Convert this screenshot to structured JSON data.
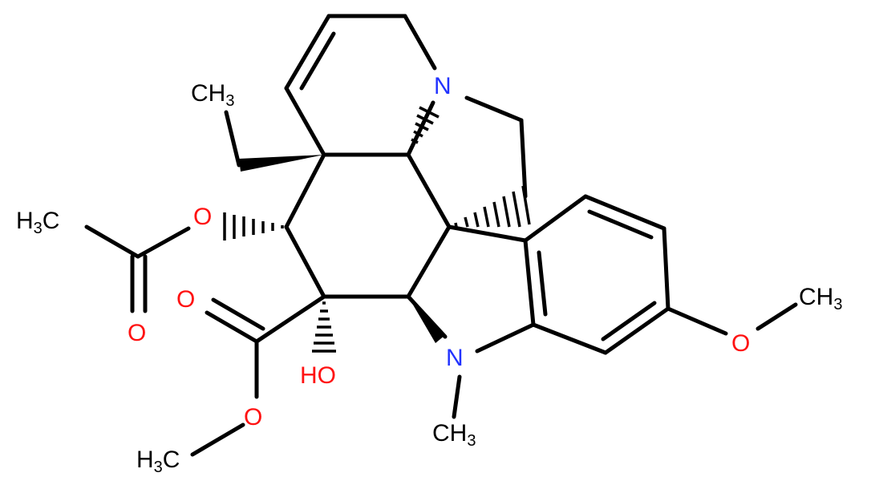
{
  "molecule": {
    "colors": {
      "bond": "#000000",
      "carbon_label": "#000000",
      "nitrogen": "#2233ff",
      "oxygen": "#ff1111"
    },
    "labels": {
      "ch3_ethyl": {
        "main": "CH",
        "sub": "3"
      },
      "h3c_acetyl": {
        "main_pre": "H",
        "sub": "3",
        "main_post": "C"
      },
      "o_acetoxy": "O",
      "o_carbonyl_acetyl": "O",
      "o_carbonyl_ester": "O",
      "o_ester": "O",
      "h3c_ester": {
        "main_pre": "H",
        "sub": "3",
        "main_post": "C"
      },
      "ho": "HO",
      "n_amine": "N",
      "n_indoline": "N",
      "nch3": {
        "main": "CH",
        "sub": "3"
      },
      "o_methoxy": "O",
      "ch3_methoxy": {
        "main": "CH",
        "sub": "3"
      }
    }
  }
}
